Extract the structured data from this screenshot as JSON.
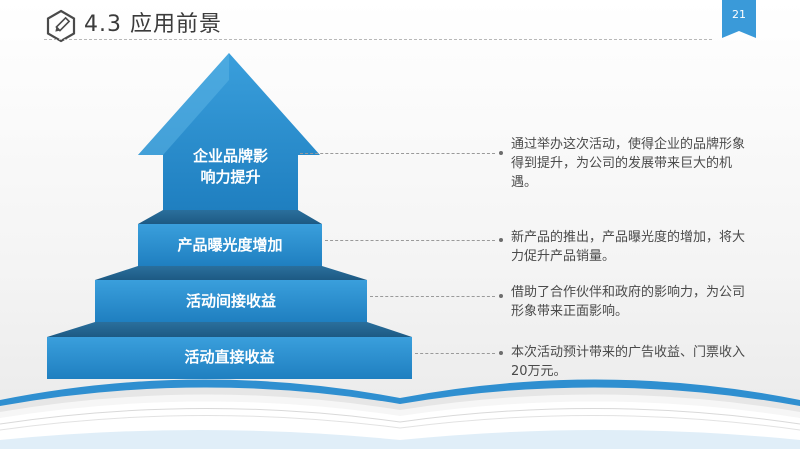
{
  "header": {
    "title": "4.3 应用前景",
    "page_number": "21",
    "icon": "pencil-hexagon-icon"
  },
  "colors": {
    "step_top": "#4aa8dc",
    "step_front": "#2a8fcf",
    "step_bottom": "#1f79b8",
    "tab": "#3a9ad9",
    "book_blue": "#2f8fd0"
  },
  "pyramid": {
    "levels": [
      {
        "label_lines": [
          "企业品牌影",
          "响力提升"
        ],
        "description": "通过举办这次活动，使得企业的品牌形象得到提升，为公司的发展带来巨大的机遇。"
      },
      {
        "label_lines": [
          "产品曝光度增加"
        ],
        "description": "新产品的推出，产品曝光度的增加，将大力促升产品销量。"
      },
      {
        "label_lines": [
          "活动间接收益"
        ],
        "description": "借助了合作伙伴和政府的影响力，为公司形象带来正面影响。"
      },
      {
        "label_lines": [
          "活动直接收益"
        ],
        "description": "本次活动预计带来的广告收益、门票收入20万元。"
      }
    ]
  }
}
